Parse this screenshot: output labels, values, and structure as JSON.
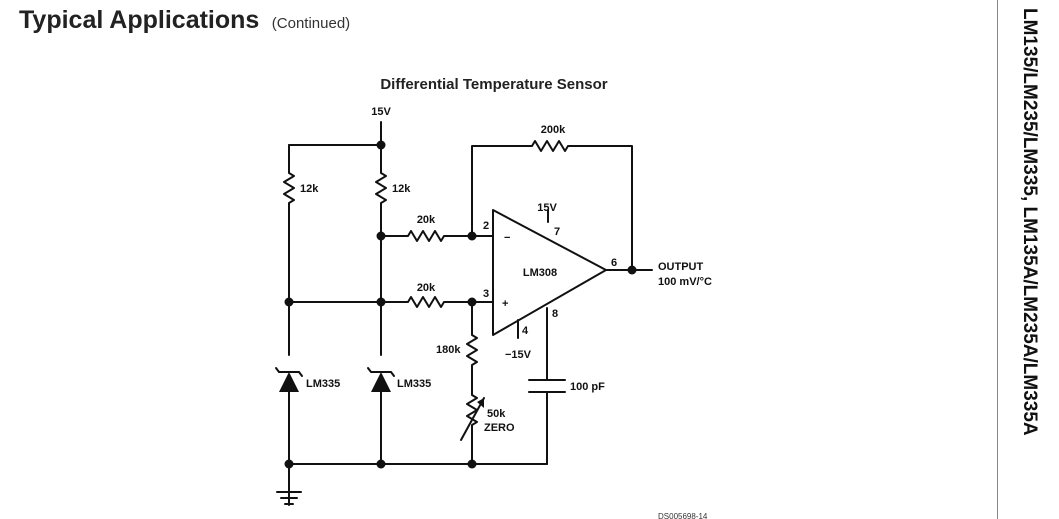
{
  "header": {
    "title": "Typical Applications",
    "subtitle": "(Continued)"
  },
  "side_title": "LM135/LM235/LM335, LM135A/LM235A/LM335A",
  "diagram": {
    "title": "Differential Temperature Sensor",
    "supply_top": "15V",
    "r_left": "12k",
    "r_mid": "12k",
    "r_in_top": "20k",
    "r_in_bot": "20k",
    "r_feedback": "200k",
    "r_180k": "180k",
    "pot": "50k",
    "pot_label": "ZERO",
    "cap": "100 pF",
    "opamp": "LM308",
    "opamp_supply_pos": "15V",
    "opamp_supply_neg": "−15V",
    "pin2": "2",
    "pin3": "3",
    "pin4": "4",
    "pin6": "6",
    "pin7": "7",
    "pin8": "8",
    "inv_sign": "−",
    "noninv_sign": "+",
    "sensor_left": "LM335",
    "sensor_mid": "LM335",
    "output_label": "OUTPUT",
    "output_scale": "100 mV/°C",
    "figure_id": "DS005698-14"
  }
}
